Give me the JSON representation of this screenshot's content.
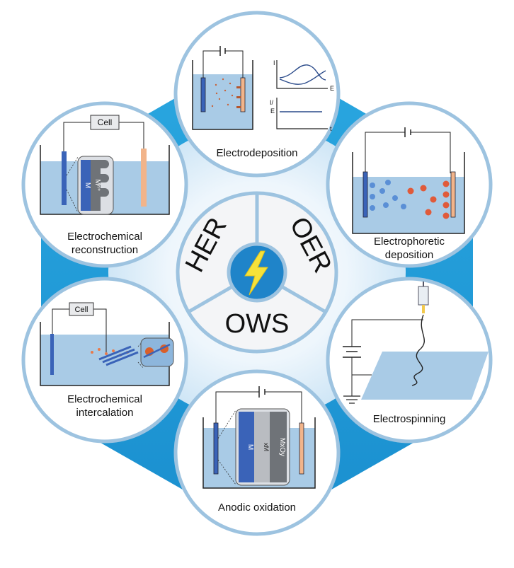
{
  "center": {
    "labels": [
      "HER",
      "OER",
      "OWS"
    ],
    "icon": "lightning-bolt-icon"
  },
  "panels": {
    "electrodeposition": {
      "title": "Electrodeposition",
      "cv_axis_y": "I",
      "cv_axis_x": "E",
      "ca_axis_y_top": "I/",
      "ca_axis_y_bottom": "E",
      "ca_axis_x": "t"
    },
    "electrophoretic": {
      "title_line1": "Electrophoretic",
      "title_line2": "deposition"
    },
    "electrospinning": {
      "title": "Electrospinning"
    },
    "anodic": {
      "title": "Anodic oxidation",
      "layer_m": "M",
      "layer_reaction": "xM",
      "layer_oxide": "MxOy"
    },
    "intercalation": {
      "title_line1": "Electrochemical",
      "title_line2": "intercalation",
      "cell_label": "Cell"
    },
    "reconstruction": {
      "title_line1": "Electrochemical",
      "title_line2": "reconstruction",
      "cell_label": "Cell",
      "layer_m": "M",
      "layer_mn": "Mⁿ⁺"
    }
  },
  "colors": {
    "hex_blue": "#1fa3dc",
    "circle_border": "#9dc3e0",
    "electrolyte": "#a9cbe6",
    "electrode_blue": "#3a63b8",
    "electrode_orange": "#f2b48a",
    "particle_red": "#e05a3a"
  }
}
